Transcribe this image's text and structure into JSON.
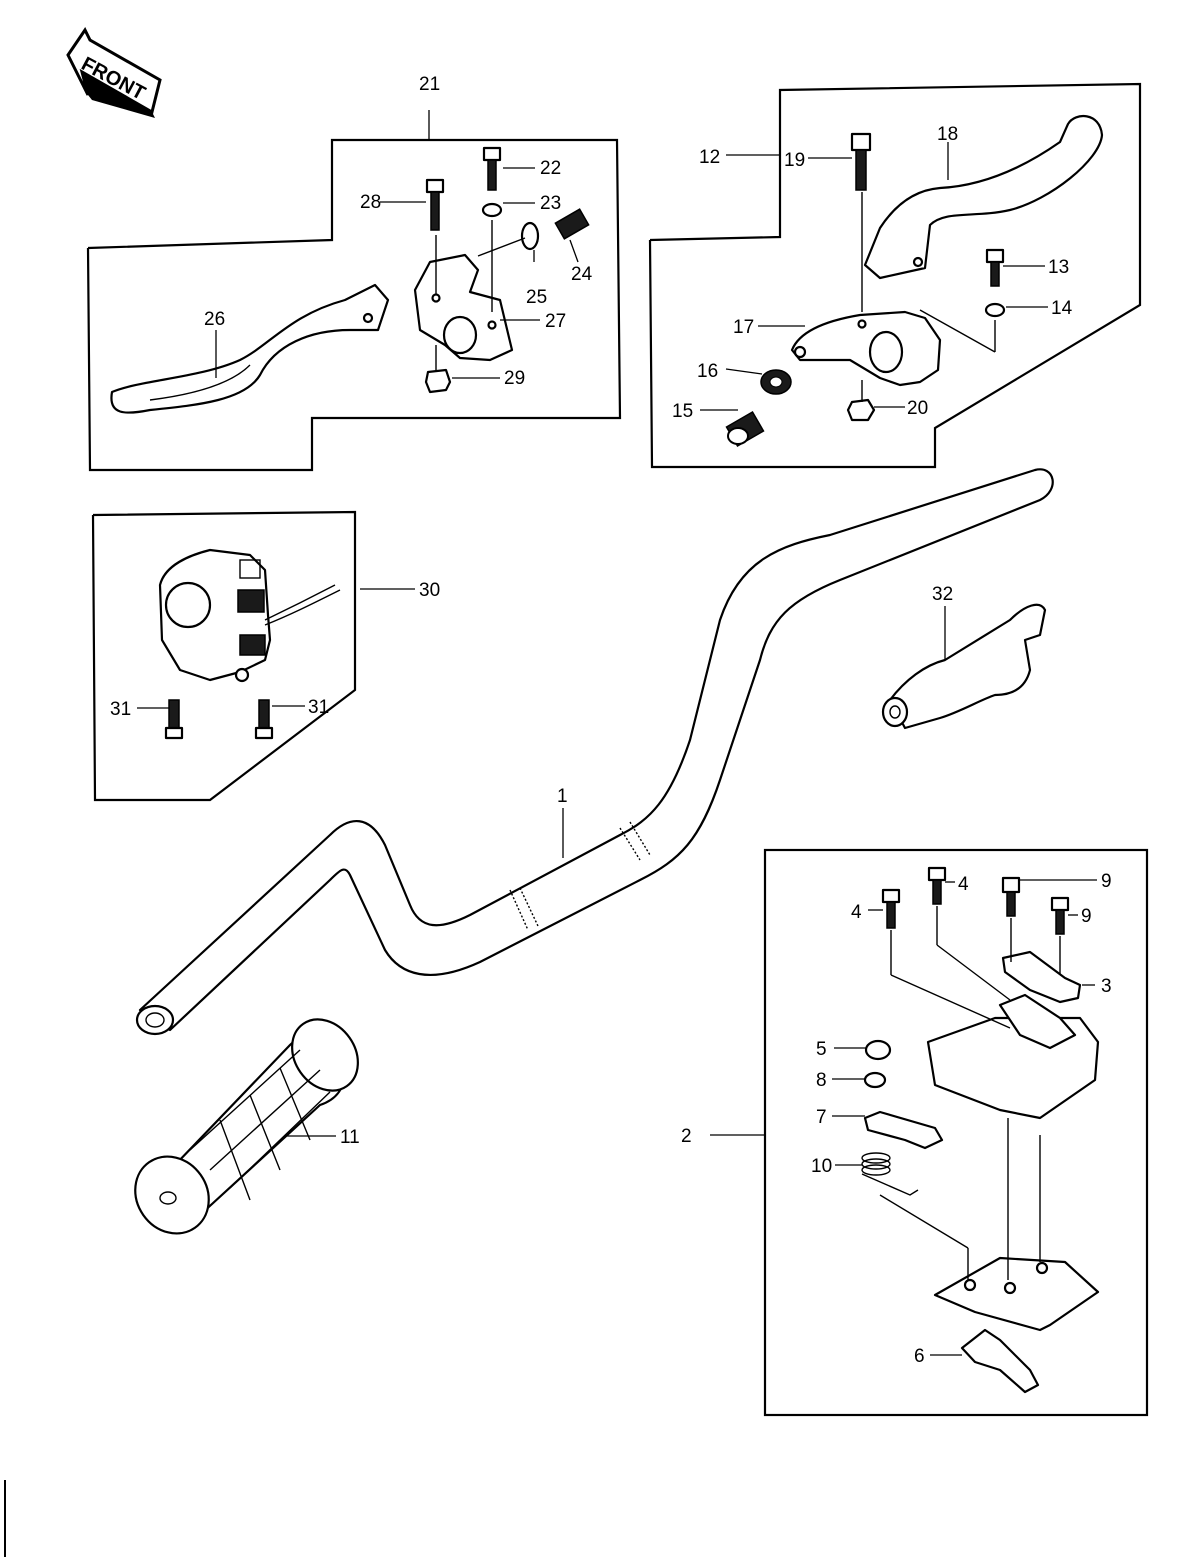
{
  "front_label": "FRONT",
  "labels": {
    "p1": "1",
    "p2": "2",
    "p3": "3",
    "p4a": "4",
    "p4b": "4",
    "p5": "5",
    "p6": "6",
    "p7": "7",
    "p8": "8",
    "p9a": "9",
    "p9b": "9",
    "p10": "10",
    "p11": "11",
    "p12": "12",
    "p13": "13",
    "p14": "14",
    "p15": "15",
    "p16": "16",
    "p17": "17",
    "p18": "18",
    "p19": "19",
    "p20": "20",
    "p21": "21",
    "p22": "22",
    "p23": "23",
    "p24": "24",
    "p25": "25",
    "p26": "26",
    "p27": "27",
    "p28": "28",
    "p29": "29",
    "p30": "30",
    "p31a": "31",
    "p31b": "31",
    "p32": "32"
  }
}
